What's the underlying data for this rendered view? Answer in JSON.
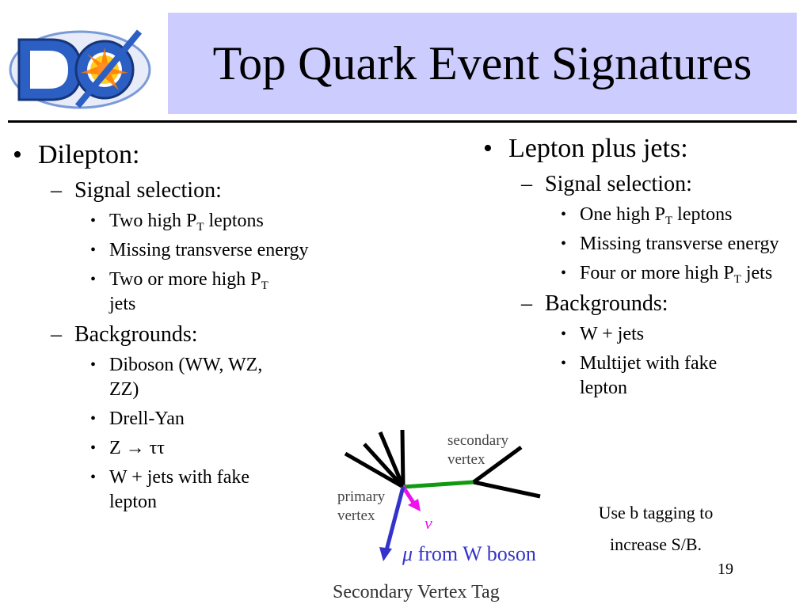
{
  "slide": {
    "title": "Top Quark Event Signatures",
    "page_number": "19",
    "logo_text": "DØ"
  },
  "left_column": {
    "heading": "Dilepton:",
    "signal_heading": "Signal selection:",
    "signal_items": {
      "item1_pre": "Two high P",
      "item1_sub": "T",
      "item1_post": " leptons",
      "item2": "Missing transverse energy",
      "item3_pre": "Two or more high P",
      "item3_sub": "T",
      "item3_post": " jets"
    },
    "backgrounds_heading": "Backgrounds:",
    "background_items": [
      "Diboson (WW, WZ, ZZ)",
      "Drell-Yan",
      "Z → ττ",
      "W + jets with fake lepton"
    ]
  },
  "right_column": {
    "heading": "Lepton plus jets:",
    "signal_heading": "Signal selection:",
    "signal_items": {
      "item1_pre": "One high P",
      "item1_sub": "T",
      "item1_post": " leptons",
      "item2": "Missing transverse energy",
      "item3_pre": "Four or more high P",
      "item3_sub": "T",
      "item3_post": " jets"
    },
    "backgrounds_heading": "Backgrounds:",
    "background_items": [
      "W + jets",
      "Multijet with fake lepton"
    ],
    "note_line1": "Use b tagging to",
    "note_line2": "increase S/B."
  },
  "diagram": {
    "secondary_label_1": "secondary",
    "secondary_label_2": "vertex",
    "primary_label_1": "primary",
    "primary_label_2": "vertex",
    "neutrino_label": "ν",
    "muon_symbol": "μ",
    "muon_label": " from W boson",
    "caption": "Secondary Vertex Tag",
    "colors": {
      "jets": "#000000",
      "decay_track": "#119911",
      "neutrino": "#ee11ee",
      "muon": "#3333cc"
    }
  },
  "markers": {
    "bullet": "•",
    "dash": "–"
  }
}
